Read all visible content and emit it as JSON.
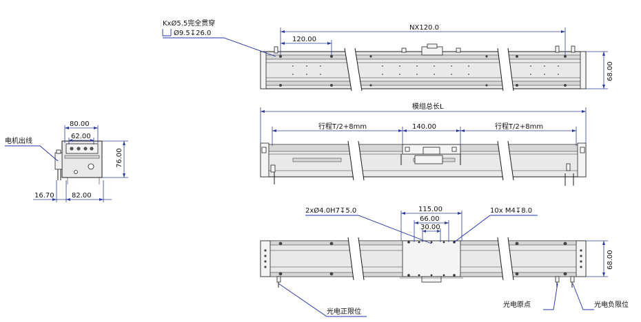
{
  "callouts": {
    "hole_spec_line1": "KxØ5.5完全贯穿",
    "hole_spec_line2": "Ø9.5↧26.0",
    "motor_cable": "电机出线",
    "pin_holes": "2xØ4.0H7↧5.0",
    "thread_holes": "10x M4↧8.0",
    "sensor_positive_limit": "光电正限位",
    "sensor_origin": "光电原点",
    "sensor_negative_limit": "光电负限位"
  },
  "dimensions": {
    "top_total_pitch": "NX120.0",
    "top_pitch": "120.00",
    "top_width": "68.00",
    "module_length": "模组总长L",
    "travel_left": "行程T/2+8mm",
    "carriage_length": "140.00",
    "travel_right": "行程T/2+8mm",
    "end_width_outer": "80.00",
    "end_width_inner": "62.00",
    "end_height": "76.00",
    "end_offset": "16.70",
    "end_base_width": "82.00",
    "bottom_115": "115.00",
    "bottom_66": "66.00",
    "bottom_30": "30.00",
    "bottom_width": "68.00"
  }
}
